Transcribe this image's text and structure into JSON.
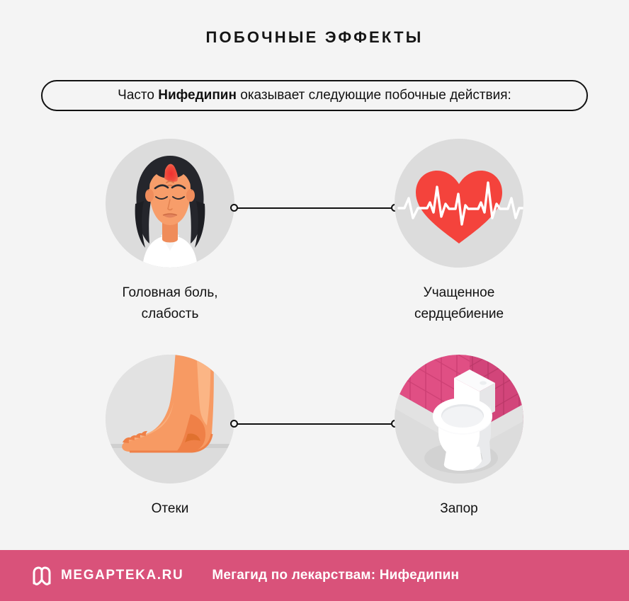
{
  "background_color": "#f4f4f4",
  "header": {
    "title": "ПОБОЧНЫЕ ЭФФЕКТЫ"
  },
  "banner": {
    "text_before": "Часто ",
    "drug_name": "Нифедипин",
    "text_after": " оказывает следующие побочные действия:",
    "border_color": "#111111"
  },
  "effects": [
    {
      "id": "headache",
      "icon": "woman-headache-icon",
      "caption": "Головная боль,\nслабость",
      "circle_color": "#dcdcdc"
    },
    {
      "id": "tachycardia",
      "icon": "heart-pulse-icon",
      "caption": "Учащенное\nсердцебиение",
      "circle_color": "#dcdcdc",
      "accent_color": "#f44336"
    },
    {
      "id": "edema",
      "icon": "swollen-foot-icon",
      "caption": "Отеки",
      "circle_color": "#dcdcdc",
      "accent_color": "#f8a268"
    },
    {
      "id": "constipation",
      "icon": "toilet-icon",
      "caption": "Запор",
      "circle_color": "#dcdcdc",
      "accent_color": "#e04f84"
    }
  ],
  "connectors": [
    {
      "id": "connector-row-1"
    },
    {
      "id": "connector-row-2"
    }
  ],
  "footer": {
    "logo": "megapteka-m-logo",
    "brand": "MEGAPTEKA.RU",
    "caption": "Мегагид по лекарствам: Нифедипин",
    "background_color": "#d9527a",
    "text_color": "#ffffff"
  }
}
